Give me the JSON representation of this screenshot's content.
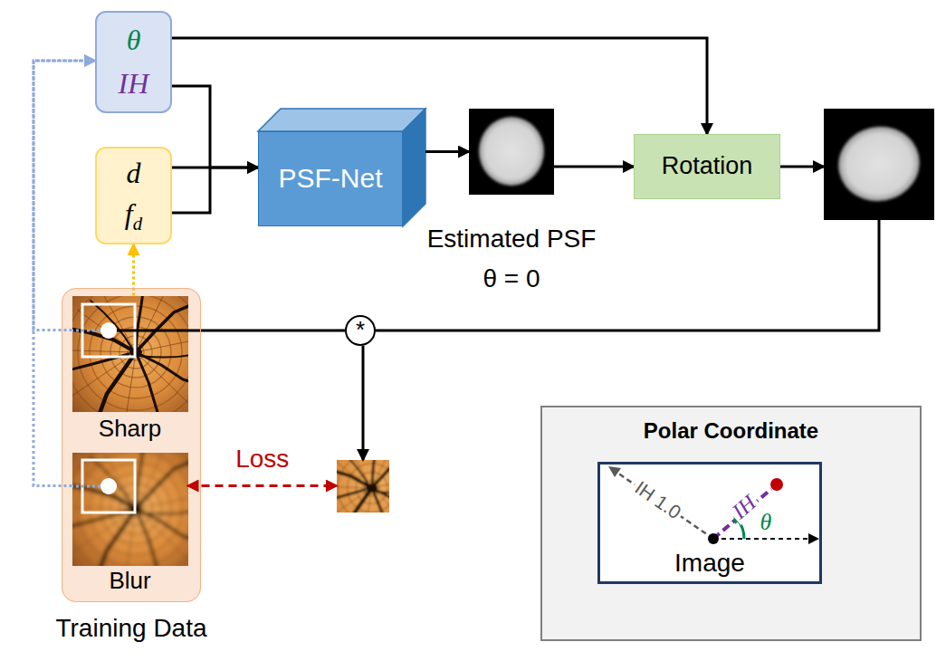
{
  "diagram": {
    "nodes": [
      {
        "text": [
          "θ",
          "IH"
        ]
      },
      {
        "text": [
          "d",
          "fd"
        ]
      },
      {
        "text": [
          "PSF-Net"
        ]
      },
      {
        "text": [
          "Estimated PSF",
          "θ = 0"
        ]
      },
      {
        "text": [
          "Rotation"
        ]
      },
      {
        "text": []
      },
      {
        "text": [
          "Training Data"
        ]
      },
      {
        "text": [
          "Sharp"
        ],
        "in": 6
      },
      {
        "text": [
          "Blur"
        ],
        "in": 6
      },
      {
        "text": [
          "*"
        ]
      },
      {
        "text": []
      },
      {
        "text": [
          "Polar Coordinate"
        ]
      },
      {
        "text": [
          "Image"
        ],
        "in": 11
      }
    ],
    "edges": [
      {
        "from": 0,
        "to": 4,
        "arrow": "to"
      },
      {
        "from": 0,
        "to": 2,
        "arrow": "to"
      },
      {
        "from": 1,
        "to": 2,
        "arrow": "to"
      },
      {
        "from": 2,
        "to": 3,
        "arrow": "to"
      },
      {
        "from": 3,
        "to": 4,
        "arrow": "to"
      },
      {
        "from": 4,
        "to": 5,
        "arrow": "to"
      },
      {
        "from": 5,
        "to": 9,
        "arrow": "none"
      },
      {
        "from": 7,
        "to": 9,
        "arrow": "none"
      },
      {
        "from": 9,
        "to": 10,
        "arrow": "to"
      },
      {
        "from": 8,
        "to": 10,
        "label": "Loss",
        "arrow": "both"
      },
      {
        "from": 7,
        "to": 1,
        "arrow": "to"
      },
      {
        "from": 7,
        "to": 0,
        "arrow": "to"
      },
      {
        "from": 8,
        "to": 0,
        "arrow": "to"
      }
    ],
    "labels": [
      "IH 1.0",
      "IH",
      "θ"
    ]
  }
}
